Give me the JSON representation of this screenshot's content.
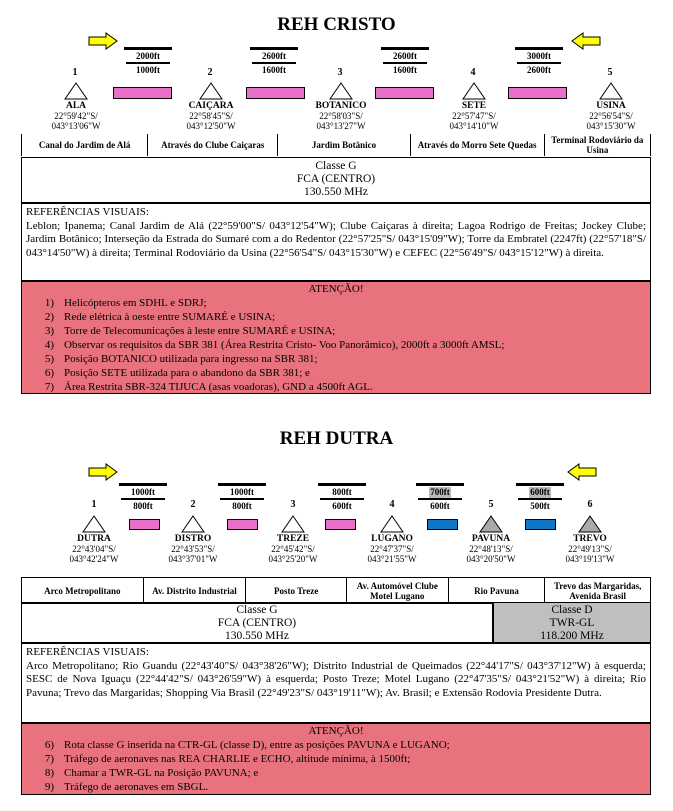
{
  "cristo": {
    "title": "REH CRISTO",
    "altitudes": [
      {
        "upper": "2000ft",
        "lower": "1000ft"
      },
      {
        "upper": "2600ft",
        "lower": "1600ft"
      },
      {
        "upper": "2600ft",
        "lower": "1600ft"
      },
      {
        "upper": "3000ft",
        "lower": "2600ft"
      }
    ],
    "points": [
      {
        "num": "1",
        "name": "ALA",
        "lat": "22°59'42\"S/",
        "lon": "043°13'06\"W"
      },
      {
        "num": "2",
        "name": "CAIÇARA",
        "lat": "22°58'45\"S/",
        "lon": "043°12'50\"W"
      },
      {
        "num": "3",
        "name": "BOTANICO",
        "lat": "22°58'03\"S/",
        "lon": "043°13'27\"W"
      },
      {
        "num": "4",
        "name": "SETE",
        "lat": "22°57'47\"S/",
        "lon": "043°14'10\"W"
      },
      {
        "num": "5",
        "name": "USINA",
        "lat": "22°56'54\"S/",
        "lon": "043°15'30\"W"
      }
    ],
    "labels": [
      "Canal do Jardim de Alá",
      "Através do Clube Caiçaras",
      "Jardim Botânico",
      "Através do Morro Sete Quedas",
      "Terminal Rodoviário da Usina"
    ],
    "class_box": {
      "line1": "Classe G",
      "line2": "FCA (CENTRO)",
      "line3": "130.550 MHz"
    },
    "refs_title": "REFERÊNCIAS VISUAIS:",
    "refs_text": "Leblon; Ipanema; Canal Jardim de Alá (22°59'00\"S/ 043°12'54\"W); Clube Caiçaras à direita; Lagoa Rodrigo de Freitas; Jockey Clube; Jardim Botânico; Interseção da Estrada do Sumaré com a do Redentor (22°57'25\"S/ 043°15'09\"W); Torre da Embratel (2247ft) (22°57'18\"S/ 043°14'50\"W) à direita; Terminal Rodoviário da Usina (22°56'54\"S/ 043°15'30\"W) e CEFEC (22°56'49\"S/ 043°15'12\"W) à direita.",
    "attention_title": "ATENÇÃO!",
    "attention": [
      {
        "n": "1)",
        "text": "Helicópteros em SDHL e SDRJ;"
      },
      {
        "n": "2)",
        "text": "Rede elétrica à oeste entre SUMARÉ e USINA;"
      },
      {
        "n": "3)",
        "text": "Torre de Telecomunicações à leste entre SUMARÉ e USINA;"
      },
      {
        "n": "4)",
        "text": "Observar os requisitos da SBR 381 (Área Restrita Cristo- Voo Panorâmico), 2000ft a 3000ft AMSL;"
      },
      {
        "n": "5)",
        "text": "Posição BOTANICO utilizada para ingresso na SBR 381;"
      },
      {
        "n": "6)",
        "text": "Posição SETE utilizada para o abandono da SBR 381; e"
      },
      {
        "n": "7)",
        "text": "Área Restrita SBR-324 TIJUCA (asas voadoras), GND a 4500ft AGL."
      }
    ]
  },
  "dutra": {
    "title": "REH DUTRA",
    "altitudes": [
      {
        "upper": "1000ft",
        "lower": "800ft",
        "highlight": false
      },
      {
        "upper": "1000ft",
        "lower": "800ft",
        "highlight": false
      },
      {
        "upper": "800ft",
        "lower": "600ft",
        "highlight": false
      },
      {
        "upper": "700ft",
        "lower": "600ft",
        "highlight": true
      },
      {
        "upper": "600ft",
        "lower": "500ft",
        "highlight": true
      }
    ],
    "points": [
      {
        "num": "1",
        "name": "DUTRA",
        "lat": "22°43'04\"S/",
        "lon": "043°42'24\"W",
        "filled": false
      },
      {
        "num": "2",
        "name": "DISTRO",
        "lat": "22°43'53\"S/",
        "lon": "043°37'01\"W",
        "filled": false
      },
      {
        "num": "3",
        "name": "TREZE",
        "lat": "22°45'42\"S/",
        "lon": "043°25'20\"W",
        "filled": false
      },
      {
        "num": "4",
        "name": "LUGANO",
        "lat": "22°47'37\"S/",
        "lon": "043°21'55\"W",
        "filled": false
      },
      {
        "num": "5",
        "name": "PAVUNA",
        "lat": "22°48'13\"S/",
        "lon": "043°20'50\"W",
        "filled": true
      },
      {
        "num": "6",
        "name": "TREVO",
        "lat": "22°49'13\"S/",
        "lon": "043°19'13\"W",
        "filled": true
      }
    ],
    "labels": [
      "Arco Metropolitano",
      "Av. Distrito Industrial",
      "Posto Treze",
      "Av. Automóvel Clube Motel Lugano",
      "Rio Pavuna",
      "Trevo das Margaridas, Avenida Brasil"
    ],
    "class_g": {
      "line1": "Classe G",
      "line2": "FCA (CENTRO)",
      "line3": "130.550 MHz"
    },
    "class_d": {
      "line1": "Classe D",
      "line2": "TWR-GL",
      "line3": "118.200 MHz"
    },
    "refs_title": "REFERÊNCIAS VISUAIS:",
    "refs_text": "Arco Metropolitano; Rio Guandu (22°43'40\"S/ 043°38'26\"W); Distrito Industrial de Queimados (22°44'17\"S/ 043°37'12\"W) à esquerda; SESC de Nova Iguaçu (22°44'42\"S/ 043°26'59\"W) à esquerda; Posto Treze; Motel Lugano (22°47'35\"S/ 043°21'52\"W) à direita; Rio Pavuna; Trevo das Margaridas; Shopping Via Brasil (22°49'23\"S/ 043°19'11\"W); Av. Brasil; e Extensão Rodovia Presidente Dutra.",
    "attention_title": "ATENÇÃO!",
    "attention": [
      {
        "n": "6)",
        "text": "Rota classe G inserida na CTR-GL (classe D), entre as posições PAVUNA e LUGANO;"
      },
      {
        "n": "7)",
        "text": "Tráfego de aeronaves nas REA CHARLIE e ECHO, altitude mínima, à 1500ft;"
      },
      {
        "n": "8)",
        "text": "Chamar a TWR-GL na Posição PAVUNA; e"
      },
      {
        "n": "9)",
        "text": "Tráfego de aeronaves em SBGL."
      }
    ]
  },
  "colors": {
    "pink_segment": "#e96fc9",
    "blue_segment": "#0e77c8",
    "attention_bg": "#e8737e",
    "class_d_bg": "#bfbfbf",
    "arrow": "#ffff00"
  },
  "icons": [
    "arrow-right-icon",
    "arrow-left-icon",
    "triangle-waypoint-icon"
  ]
}
